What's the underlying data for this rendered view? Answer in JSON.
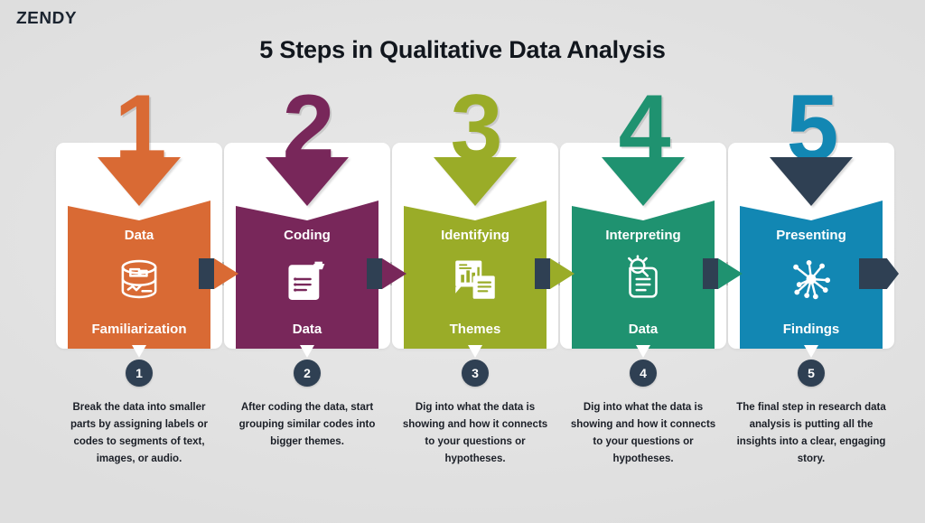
{
  "brand": {
    "name": "ZENDY",
    "logo_icon": "zendy-wordmark"
  },
  "header": {
    "title": "5 Steps in Qualitative Data Analysis"
  },
  "colors": {
    "background": "#e6e6e6",
    "flow_bar": "#b9b9b9",
    "badge": "#2f4053",
    "connector_stub": "#2f4053",
    "title_text": "#11161d",
    "description_text": "#1b1f27"
  },
  "flow": {
    "bar_label": "process-flow-bar",
    "end_chevron": "final-chevron"
  },
  "steps": [
    {
      "number": "1",
      "badge": "1",
      "color": "#d96a34",
      "arrow_color": "#d96a34",
      "title_top": "Data",
      "title_bottom": "Familiarization",
      "icon": "database-cylinder-icon",
      "description": "Break the data into smaller parts by assigning labels or codes to segments of text, images, or audio."
    },
    {
      "number": "2",
      "badge": "2",
      "color": "#78275a",
      "arrow_color": "#78275a",
      "title_top": "Coding",
      "title_bottom": "Data",
      "icon": "document-list-icon",
      "description": "After coding the data,  start grouping similar codes into bigger themes."
    },
    {
      "number": "3",
      "badge": "3",
      "color": "#9aac28",
      "arrow_color": "#9aac28",
      "title_top": "Identifying",
      "title_bottom": "Themes",
      "icon": "bar-chart-report-icon",
      "description": "Dig into what the data is showing and how it connects to your questions or hypotheses."
    },
    {
      "number": "4",
      "badge": "4",
      "color": "#1f9270",
      "arrow_color": "#1f9270",
      "title_top": "Interpreting",
      "title_bottom": "Data",
      "icon": "magnifier-document-icon",
      "description": "Dig into what the data is showing and how it connects to your questions or hypotheses."
    },
    {
      "number": "5",
      "badge": "5",
      "color": "#1287b3",
      "arrow_color": "#2f4053",
      "title_top": "Presenting",
      "title_bottom": "Findings",
      "icon": "network-nodes-icon",
      "description": "The final step in research data analysis is putting all the insights into a clear, engaging story."
    }
  ]
}
